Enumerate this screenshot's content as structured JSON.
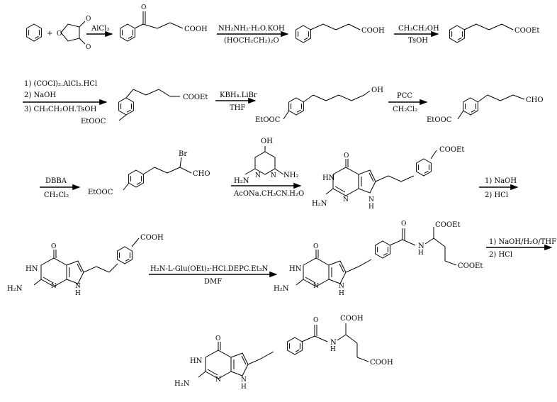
{
  "plus": "+",
  "step1": {
    "cond_top": "AlCl₃"
  },
  "step2": {
    "cond_top": "NH₂NH₂·H₂O.KOH",
    "cond_bottom": "(HOCH₂CH₂)₂O"
  },
  "step3": {
    "cond_top": "CH₃CH₂OH",
    "cond_bottom": "TsOH"
  },
  "step4": {
    "cond_1": "1) (COCl)₂.AlCl₃.HCl",
    "cond_2": "2) NaOH",
    "cond_3": "3) CH₃CH₂OH.TsOH"
  },
  "step5": {
    "cond_top": "KBH₄.LiBr",
    "cond_bottom": "THF"
  },
  "step6": {
    "cond_top": "PCC",
    "cond_bottom": "CH₂Cl₂"
  },
  "step7": {
    "cond_top": "DBBA",
    "cond_bottom": "CH₂Cl₂"
  },
  "step8": {
    "cond_bottom": "AcONa.CH₃CN.H₂O"
  },
  "step9": {
    "cond_1": "1) NaOH",
    "cond_2": "2) HCl"
  },
  "step10": {
    "cond_top": "H₂N-L-Glu(OEt)₂·HCl.DEPC.Et₃N",
    "cond_bottom": "DMF"
  },
  "step11": {
    "cond_1": "1) NaOH/H₂O/THF",
    "cond_2": "2) HCl"
  },
  "labels": {
    "O": "O",
    "COOH": "COOH",
    "COOEt": "COOEt",
    "OH": "OH",
    "CHO": "CHO",
    "EtOOC": "EtOOC",
    "Br": "Br",
    "HN": "HN",
    "N": "N",
    "NH2": "NH₂",
    "H2N": "H₂N",
    "H": "H",
    "NH": "N",
    "NH_amide": "H"
  }
}
